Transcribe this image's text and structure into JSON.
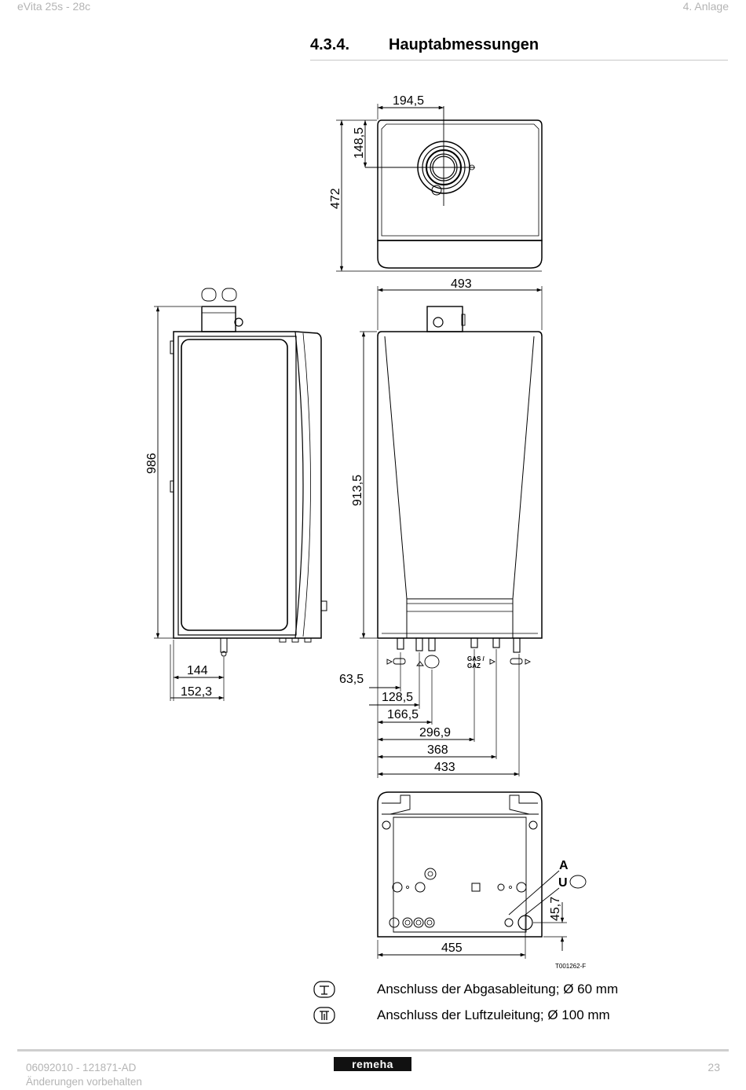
{
  "header": {
    "product": "eVita 25s - 28c",
    "chapter": "4.  Anlage"
  },
  "section": {
    "number": "4.3.4.",
    "title": "Hauptabmessungen"
  },
  "dimensions": {
    "d194": "194,5",
    "d148": "148,5",
    "d472": "472",
    "d493": "493",
    "d986": "986",
    "d913": "913,5",
    "d144": "144",
    "d152": "152,3",
    "d63": "63,5",
    "d128": "128,5",
    "d166": "166,5",
    "d296": "296,9",
    "d368": "368",
    "d433": "433",
    "d455": "455",
    "d45": "45,7"
  },
  "labels": {
    "gas_line1": "GAS /",
    "gas_line2": "GAZ",
    "letter_a": "A",
    "letter_u": "U",
    "drawing_code": "T001262-F"
  },
  "legend": [
    {
      "icon": "flue-gas-outlet-icon",
      "text": "Anschluss der Abgasableitung; Ø 60 mm"
    },
    {
      "icon": "air-supply-inlet-icon",
      "text": "Anschluss der Luftzuleitung; Ø 100 mm"
    }
  ],
  "footer": {
    "doc_line1": "06092010  - 121871-AD",
    "doc_line2": "Änderungen vorbehalten",
    "brand": "remeha",
    "page": "23"
  }
}
